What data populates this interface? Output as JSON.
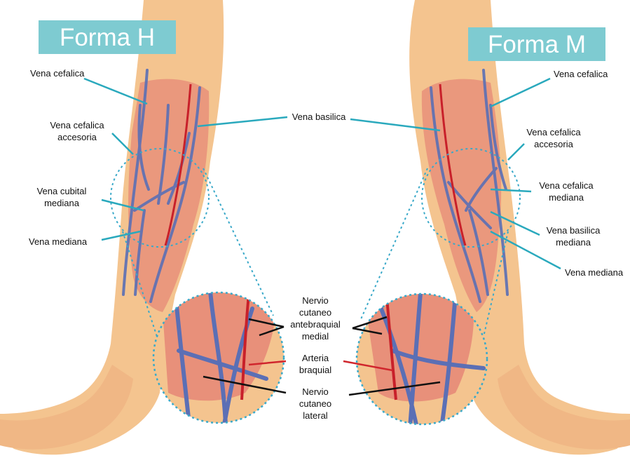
{
  "titles": {
    "left": "Forma H",
    "right": "Forma M"
  },
  "labels_left": {
    "vena_cefalica": "Vena cefalica",
    "vena_cefalica_accesoria": "Vena cefalica\naccesoria",
    "vena_cubital_mediana": "Vena cubital\nmediana",
    "vena_mediana": "Vena mediana"
  },
  "labels_center": {
    "vena_basilica": "Vena basilica",
    "nervio_cutaneo_antebraquial_medial": "Nervio\ncutaneo\nantebraquial\nmedial",
    "arteria_braquial": "Arteria\nbraquial",
    "nervio_cutaneo_lateral": "Nervio\ncutaneo\nlateral"
  },
  "labels_right": {
    "vena_cefalica": "Vena cefalica",
    "vena_cefalica_accesoria": "Vena cefalica\naccesoria",
    "vena_cefalica_mediana": "Vena cefalica\nmediana",
    "vena_basilica_mediana": "Vena basilica\nmediana",
    "vena_mediana": "Vena mediana"
  },
  "colors": {
    "title_bg": "#7ecbd1",
    "title_text": "#ffffff",
    "skin": "#f4c48f",
    "muscle": "#e8907a",
    "vein": "#5b6fb5",
    "artery": "#c8202a",
    "leader_vein": "#2aa9bd",
    "leader_nerve": "#111111",
    "leader_artery": "#d0262d",
    "zoom_ring": "#3aa9c9"
  }
}
